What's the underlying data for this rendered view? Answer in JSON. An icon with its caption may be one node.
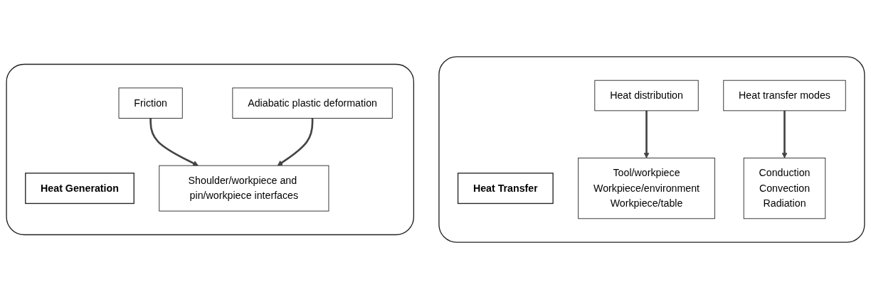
{
  "diagram": {
    "nodes": [
      {
        "text": [],
        "shape": "box"
      },
      {
        "text": [
          "Heat Generation"
        ],
        "in": 0
      },
      {
        "text": [
          "Friction"
        ],
        "in": 0
      },
      {
        "text": [
          "Adiabatic plastic deformation"
        ],
        "in": 0
      },
      {
        "text": [
          "Shoulder/workpiece and pin/workpiece interfaces"
        ],
        "in": 0
      },
      {
        "text": [],
        "shape": "box"
      },
      {
        "text": [
          "Heat Transfer"
        ],
        "in": 5
      },
      {
        "text": [
          "Heat distribution"
        ],
        "in": 5
      },
      {
        "text": [
          "Heat transfer modes"
        ],
        "in": 5
      },
      {
        "text": [
          "Tool/workpiece",
          "Workpiece/environment",
          "Workpiece/table"
        ],
        "in": 5
      },
      {
        "text": [
          "Conduction",
          "Convection",
          "Radiation"
        ],
        "in": 5
      }
    ],
    "edges": [
      {
        "from": 2,
        "to": 4,
        "arrow": "to"
      },
      {
        "from": 3,
        "to": 4,
        "arrow": "to"
      },
      {
        "from": 7,
        "to": 9,
        "arrow": "to"
      },
      {
        "from": 8,
        "to": 10,
        "arrow": "to"
      }
    ]
  }
}
